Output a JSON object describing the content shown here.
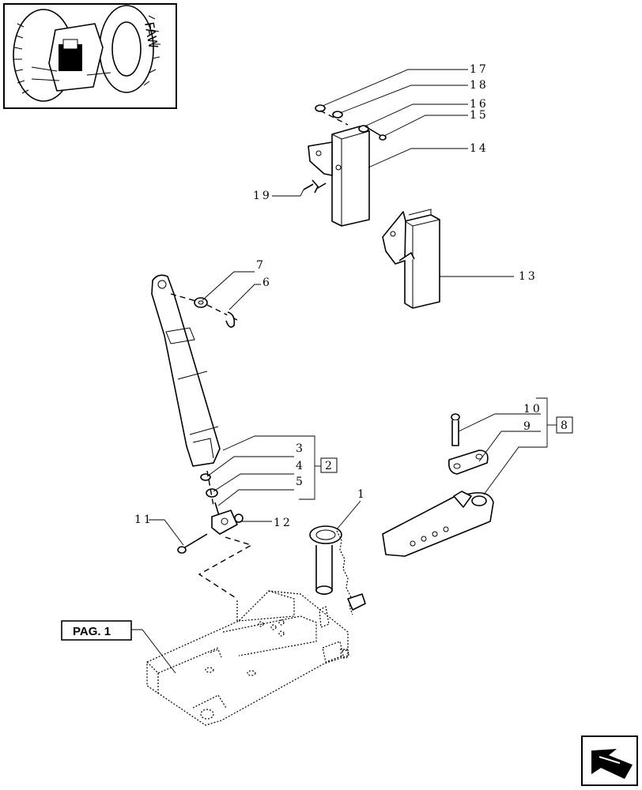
{
  "part_labels": {
    "p1": "1",
    "p3": "3",
    "p4": "4",
    "p5": "5",
    "p6": "6",
    "p7": "7",
    "p9": "9",
    "p10": "10",
    "p11": "11",
    "p12": "12",
    "p13": "13",
    "p14": "14",
    "p15": "15",
    "p16": "16",
    "p17": "17",
    "p18": "18",
    "p19": "19"
  },
  "assembly_refs": {
    "a2": "2",
    "a8": "8"
  },
  "page_ref": "PAG. 1",
  "icons": {
    "thumbnail": "tractor-rear-thumbnail-icon",
    "next_page": "next-page-arrow-icon"
  }
}
